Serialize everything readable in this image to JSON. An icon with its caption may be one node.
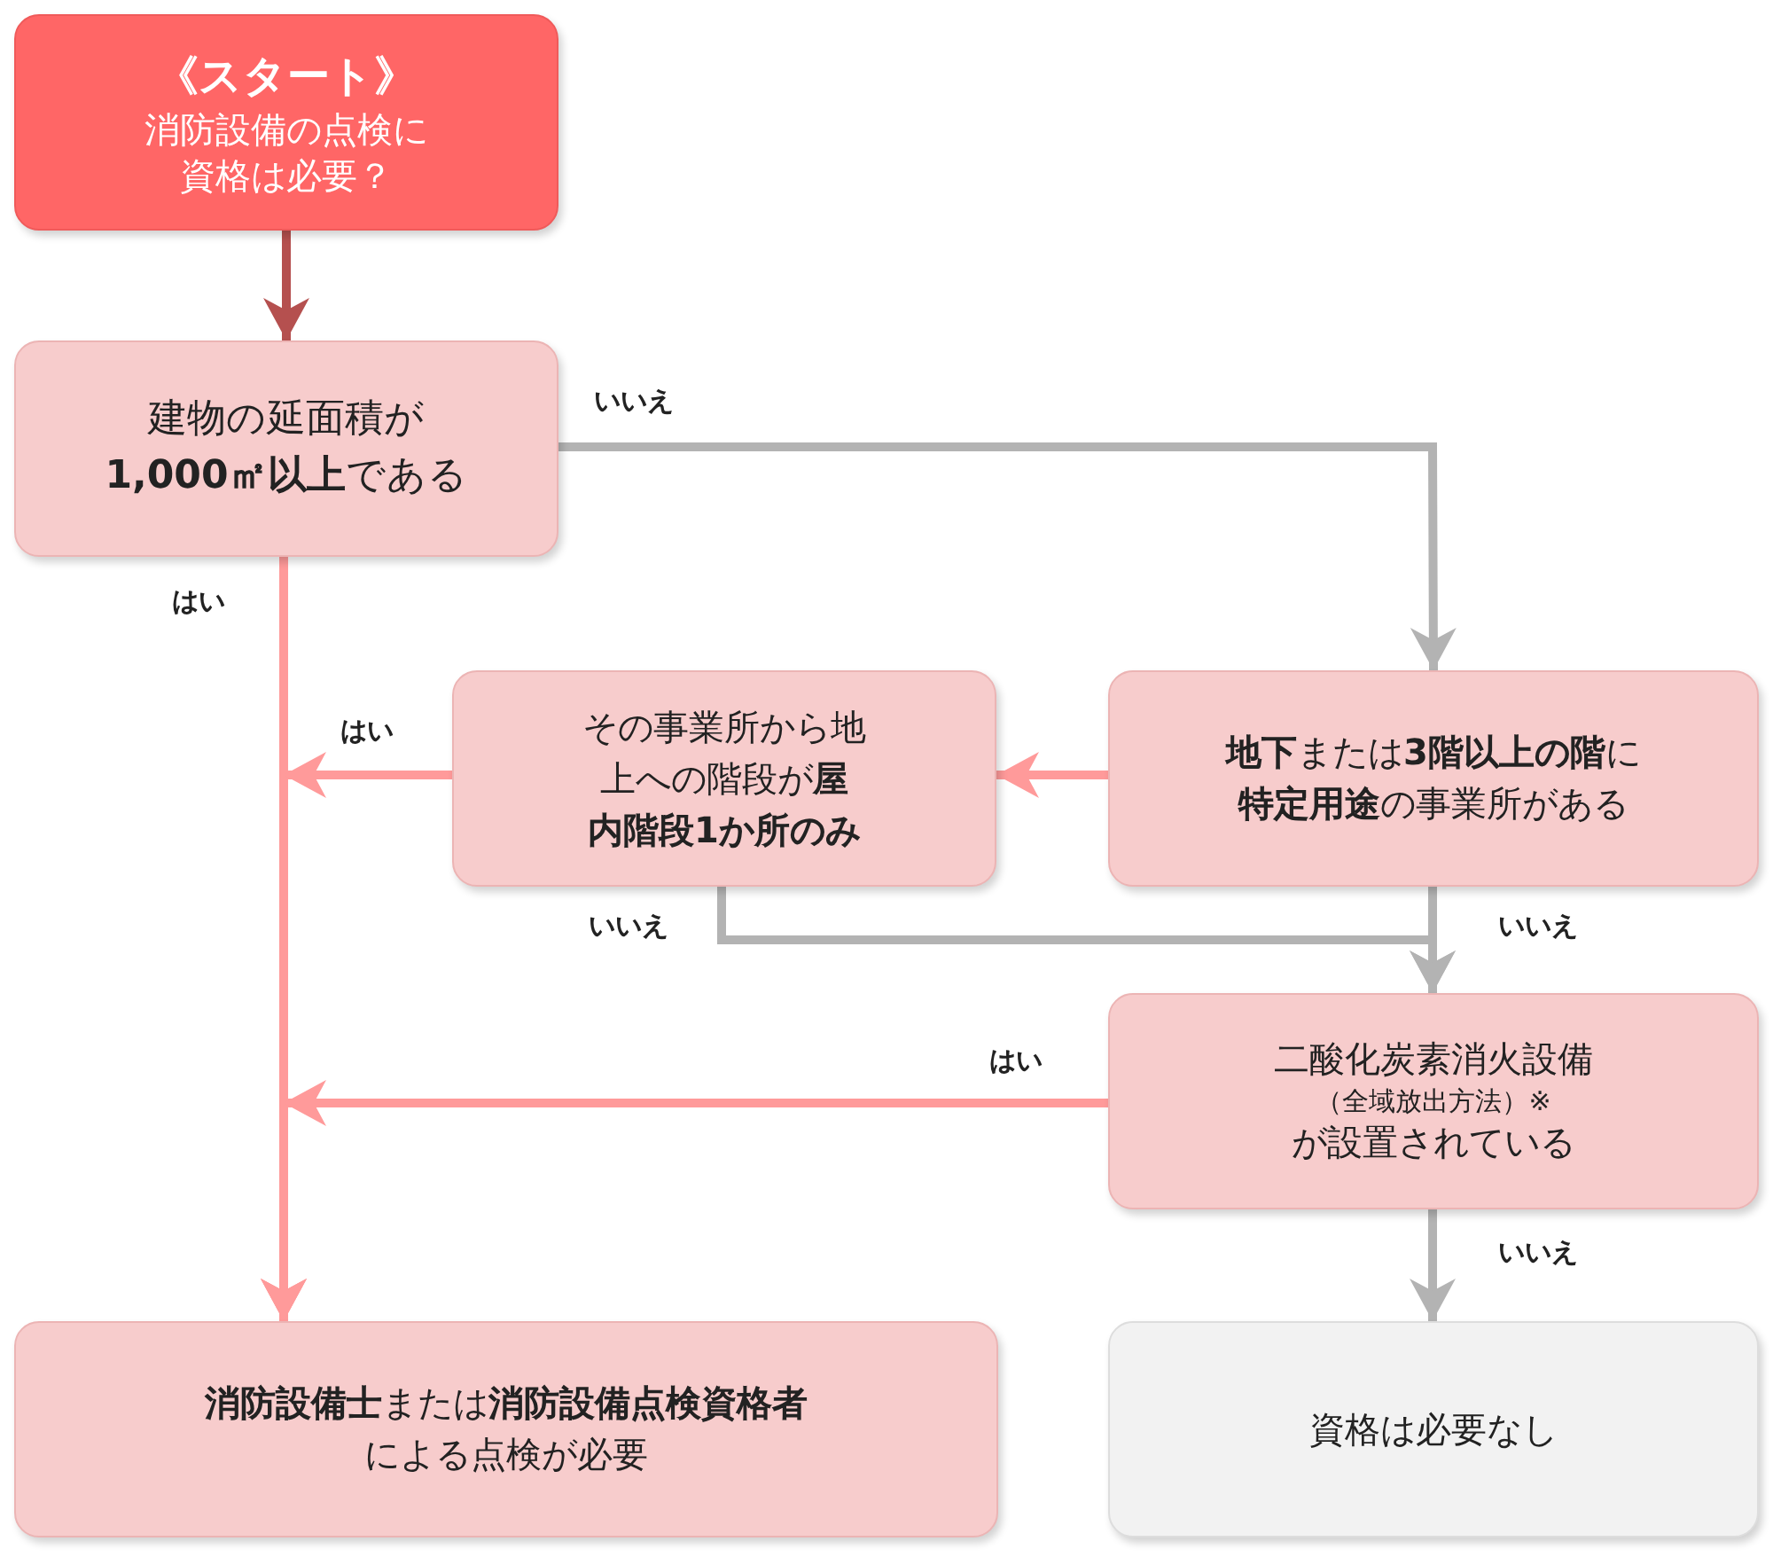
{
  "diagram": {
    "nodes": [
      {
        "text": [
          "《スタート》",
          "消防設備の点検に資格は必要？"
        ]
      },
      {
        "text": [
          "建物の延面積が**1,000㎡以上**である"
        ]
      },
      {
        "text": [
          "その事業所から地上への階段が**屋内階段1か所のみ**"
        ]
      },
      {
        "text": [
          "**地下**または**3階以上の階**に**特定用途**の事業所がある"
        ]
      },
      {
        "text": [
          "二酸化炭素消火設備",
          "（全域放出方法）※",
          "が設置されている"
        ]
      },
      {
        "text": [
          "**消防設備士**または**消防設備点検資格者**による点検が必要"
        ]
      },
      {
        "text": [
          "資格は必要なし"
        ]
      }
    ],
    "edges": [
      {
        "from": 0,
        "to": 1,
        "arrow": "to",
        "color": "#b5504f"
      },
      {
        "from": 1,
        "to": 3,
        "arrow": "to",
        "label": "いいえ",
        "color": "#b3b3b3"
      },
      {
        "from": 1,
        "to": 5,
        "arrow": "to",
        "label": "はい",
        "color": "#ff9a9a"
      },
      {
        "from": 3,
        "to": 2,
        "arrow": "to",
        "color": "#ff9a9a"
      },
      {
        "from": 2,
        "to": 5,
        "arrow": "to",
        "label": "はい",
        "color": "#ff9a9a"
      },
      {
        "from": 2,
        "to": 4,
        "arrow": "to",
        "label": "いいえ",
        "color": "#b3b3b3"
      },
      {
        "from": 3,
        "to": 4,
        "arrow": "to",
        "label": "いいえ",
        "color": "#b3b3b3"
      },
      {
        "from": 4,
        "to": 5,
        "arrow": "to",
        "label": "はい",
        "color": "#ff9a9a"
      },
      {
        "from": 4,
        "to": 6,
        "arrow": "to",
        "label": "いいえ",
        "color": "#b3b3b3"
      }
    ]
  }
}
